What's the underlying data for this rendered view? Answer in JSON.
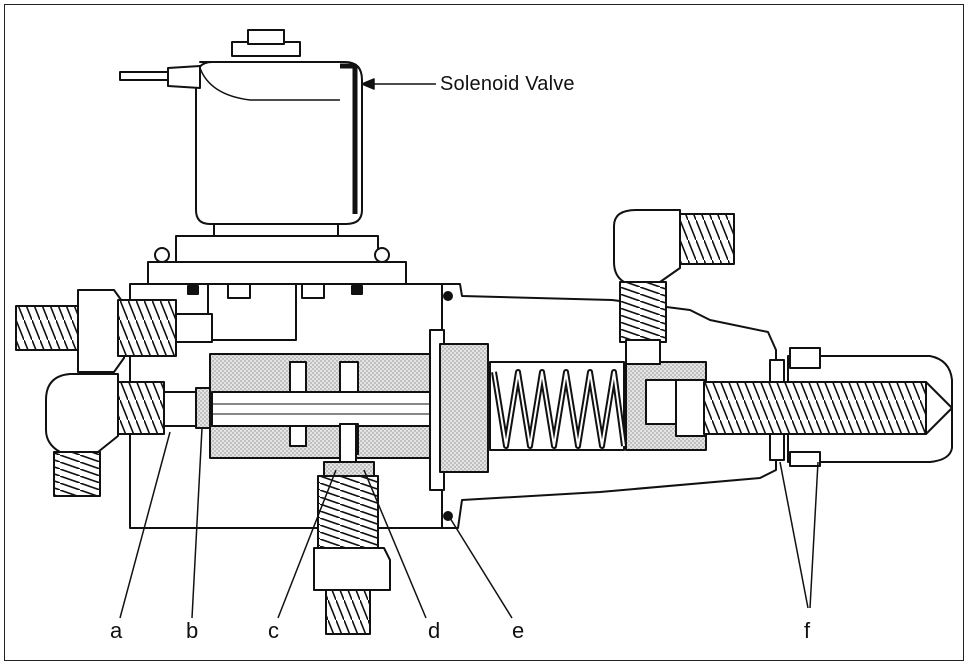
{
  "diagram": {
    "component_label": "Solenoid Valve",
    "callouts": [
      {
        "id": "a",
        "text": "a"
      },
      {
        "id": "b",
        "text": "b"
      },
      {
        "id": "c",
        "text": "c"
      },
      {
        "id": "d",
        "text": "d"
      },
      {
        "id": "e",
        "text": "e"
      },
      {
        "id": "f",
        "text": "f"
      }
    ]
  },
  "colors": {
    "ink": "#111111",
    "shade": "#cfcfcf",
    "paper": "#ffffff"
  }
}
